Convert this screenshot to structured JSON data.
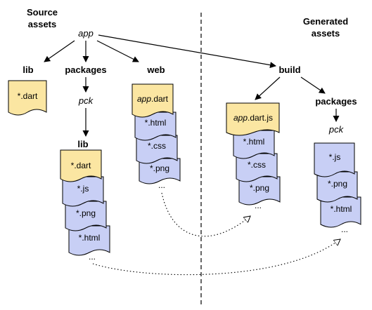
{
  "headers": {
    "source": [
      "Source",
      "assets"
    ],
    "generated": [
      "Generated",
      "assets"
    ]
  },
  "nodes": {
    "app": "app",
    "lib_top": "lib",
    "packages_src": "packages",
    "web": "web",
    "pck_src": "pck",
    "lib_pck": "lib",
    "build": "build",
    "packages_gen": "packages",
    "pck_gen": "pck"
  },
  "docs": {
    "lib_top_dart": "*.dart",
    "web_app_dart_italic": "app",
    "web_app_dart_suffix": ".dart",
    "web_html": "*.html",
    "web_css": "*.css",
    "web_png": "*.png",
    "web_more": "...",
    "lib_dart": "*.dart",
    "lib_js": "*.js",
    "lib_png": "*.png",
    "lib_html": "*.html",
    "lib_more": "...",
    "build_app_italic": "app",
    "build_app_suffix": ".dart.js",
    "build_html": "*.html",
    "build_css": "*.css",
    "build_png": "*.png",
    "build_more": "...",
    "gen_js": "*.js",
    "gen_png": "*.png",
    "gen_html": "*.html",
    "gen_more": "..."
  },
  "colors": {
    "yellow_doc": "#fbe6a2",
    "blue_doc": "#c8cff5",
    "stroke": "#000000"
  }
}
